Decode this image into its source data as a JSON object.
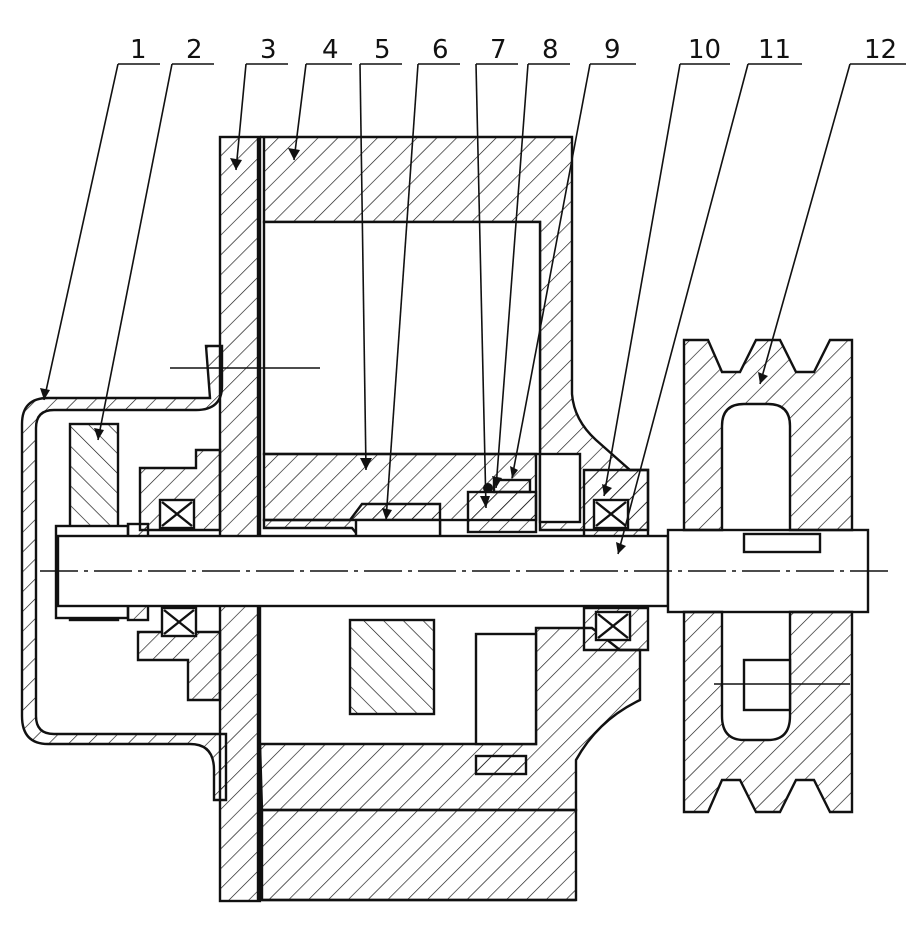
{
  "figure": {
    "labels": [
      "1",
      "2",
      "3",
      "4",
      "5",
      "6",
      "7",
      "8",
      "9",
      "10",
      "11",
      "12"
    ]
  },
  "colors": {
    "ink": "#111111",
    "paper": "#ffffff"
  }
}
